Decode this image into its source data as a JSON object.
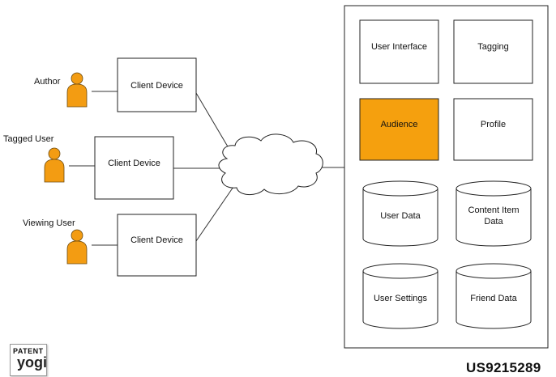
{
  "users": [
    {
      "label": "Author",
      "device": "Client Device"
    },
    {
      "label": "Tagged User",
      "device": "Client Device"
    },
    {
      "label": "Viewing User",
      "device": "Client Device"
    }
  ],
  "system": {
    "modules": [
      "User Interface",
      "Tagging",
      "Audience",
      "Profile"
    ],
    "highlighted_module": "Audience",
    "stores": [
      [
        "User Data"
      ],
      [
        "Content Item",
        "Data"
      ],
      [
        "User Settings"
      ],
      [
        "Friend Data"
      ]
    ]
  },
  "colors": {
    "person": "#F39C12",
    "highlight": "#F5A00E",
    "stroke": "#222222"
  },
  "footer": {
    "patent_number": "US9215289",
    "logo_line1": "PATENT",
    "logo_line2": "yogi"
  }
}
